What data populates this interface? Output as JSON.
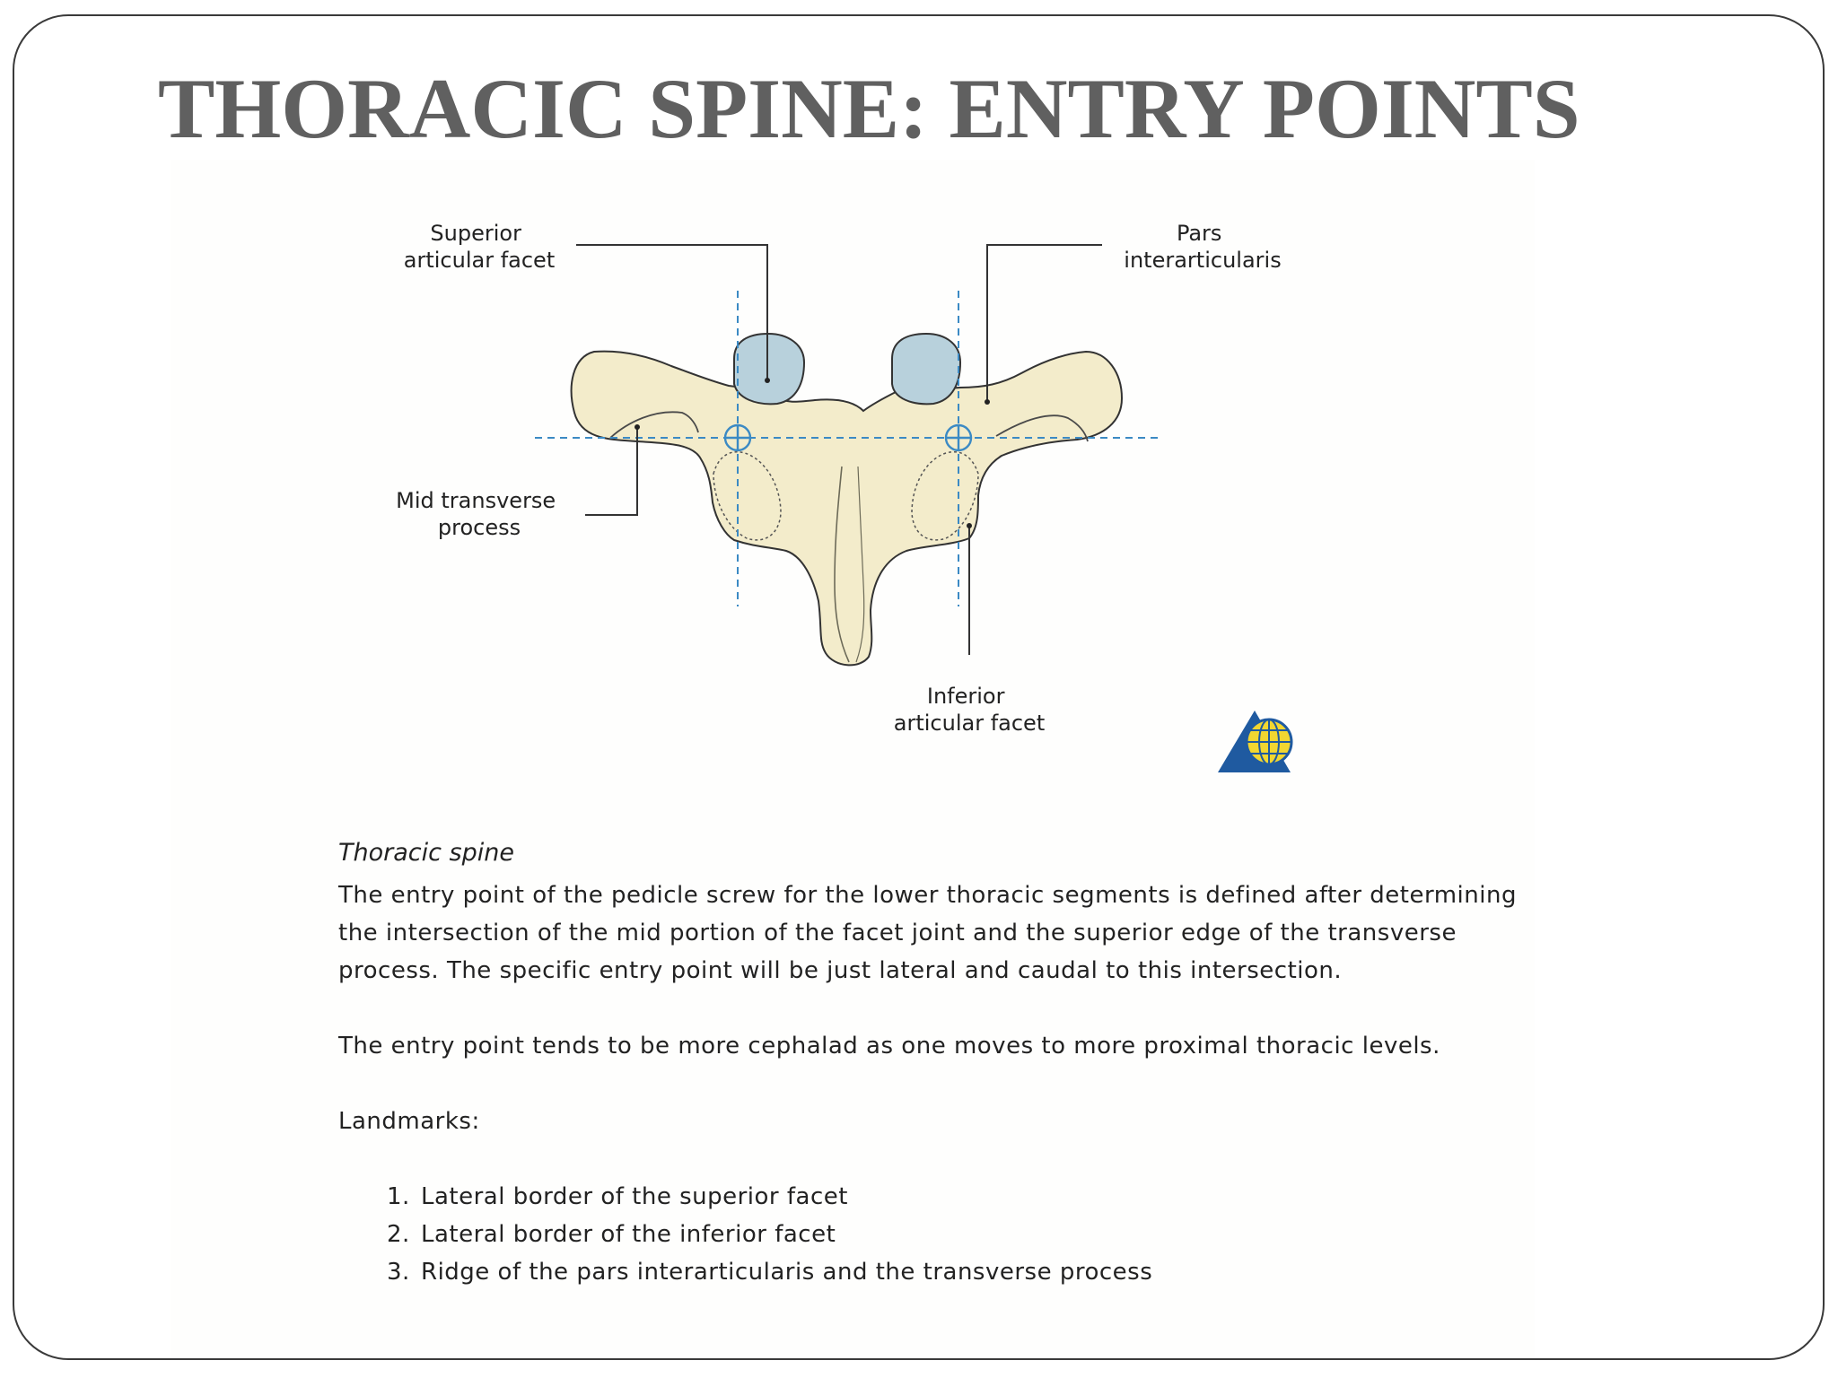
{
  "slide": {
    "title": "THORACIC SPINE: ENTRY POINTS"
  },
  "diagram": {
    "labels": {
      "superior_facet": [
        "Superior",
        "articular facet"
      ],
      "pars": [
        "Pars",
        "interarticularis"
      ],
      "mid_tp": [
        "Mid transverse",
        "process"
      ],
      "inferior_facet": [
        "Inferior",
        "articular facet"
      ]
    },
    "colors": {
      "bone_fill": "#f3eccb",
      "facet_fill": "#b8d1dc",
      "guide_line": "#3b8ac4",
      "logo_blue": "#1f5aa0",
      "logo_yellow": "#f2d630"
    },
    "logo_icon": "ao-foundation-logo-icon"
  },
  "caption": {
    "heading": "Thoracic spine",
    "paragraph1": "The entry point of the pedicle screw for the lower thoracic segments is defined after determining the intersection of the mid portion of the facet joint and the superior edge of the transverse process. The specific entry point will be just lateral and caudal to this intersection.",
    "paragraph2": "The entry point tends to be more cephalad as one moves to more proximal thoracic levels.",
    "landmarks_label": "Landmarks:",
    "landmarks": [
      {
        "num": "1.",
        "text": "Lateral border of the superior facet"
      },
      {
        "num": "2.",
        "text": "Lateral border of the inferior facet"
      },
      {
        "num": "3.",
        "text": "Ridge of the pars interarticularis and the transverse process"
      }
    ]
  }
}
